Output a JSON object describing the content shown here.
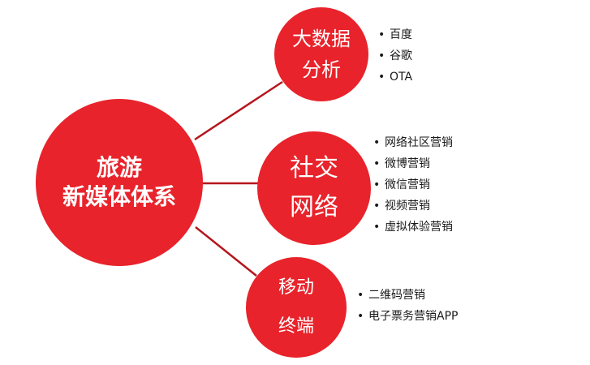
{
  "diagram": {
    "colors": {
      "node": "#e8232b",
      "connector": "#b5161d",
      "node_text": "#ffffff",
      "list_text": "#1a1a1a"
    },
    "center_node": {
      "lines": [
        "旅游",
        "新媒体体系"
      ]
    },
    "branches": [
      {
        "lines": [
          "大数据",
          "分析"
        ],
        "items": [
          "百度",
          "谷歌",
          "OTA"
        ]
      },
      {
        "lines": [
          "社交",
          "网络"
        ],
        "items": [
          "网络社区营销",
          "微博营销",
          "微信营销",
          "视频营销",
          "虚拟体验营销"
        ]
      },
      {
        "lines": [
          "移动",
          "终端"
        ],
        "items": [
          "二维码营销",
          "电子票务营销APP"
        ]
      }
    ]
  }
}
